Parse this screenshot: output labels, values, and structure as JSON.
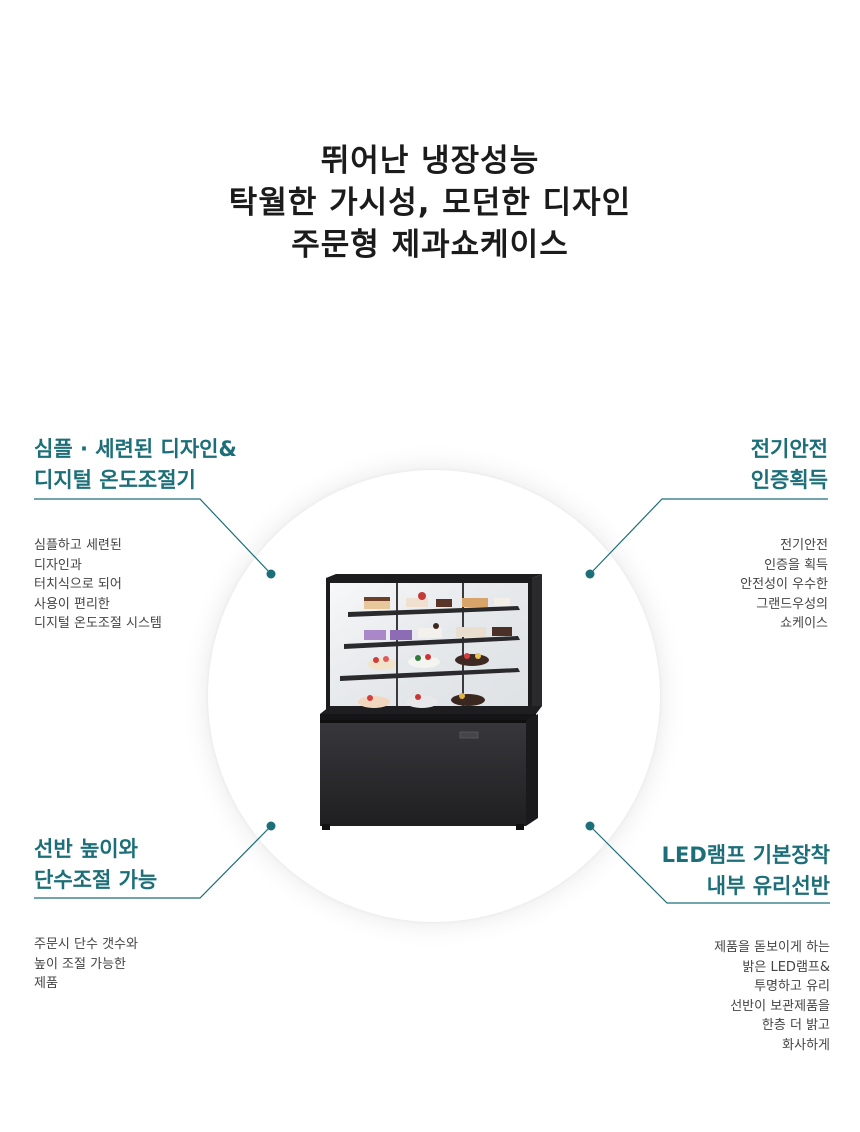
{
  "headline": {
    "line1": "뛰어난 냉장성능",
    "line2": "탁월한 가시성, 모던한 디자인",
    "line3": "주문형 제과쇼케이스"
  },
  "features": {
    "top_left": {
      "title": [
        "심플 · 세련된 디자인&",
        "디지털 온도조절기"
      ],
      "desc": [
        "심플하고 세련된",
        "디자인과",
        "터치식으로 되어",
        "사용이 편리한",
        "디지털 온도조절 시스템"
      ]
    },
    "top_right": {
      "title": [
        "전기안전",
        "인증획득"
      ],
      "desc": [
        "전기안전",
        "인증을 획득",
        "안전성이 우수한",
        "그랜드우성의",
        "쇼케이스"
      ]
    },
    "bottom_left": {
      "title": [
        "선반 높이와",
        "단수조절 가능"
      ],
      "desc": [
        "주문시 단수 갯수와",
        "높이 조절 가능한",
        "제품"
      ]
    },
    "bottom_right": {
      "title": [
        "LED램프 기본장착",
        "내부 유리선반"
      ],
      "desc": [
        "제품을 돋보이게 하는",
        "밝은 LED램프&",
        "투명하고 유리",
        "선반이 보관제품을",
        "한층 더 밝고",
        "화사하게"
      ]
    }
  },
  "colors": {
    "accent": "#1c6f79",
    "case_body": "#2b2b2e"
  }
}
